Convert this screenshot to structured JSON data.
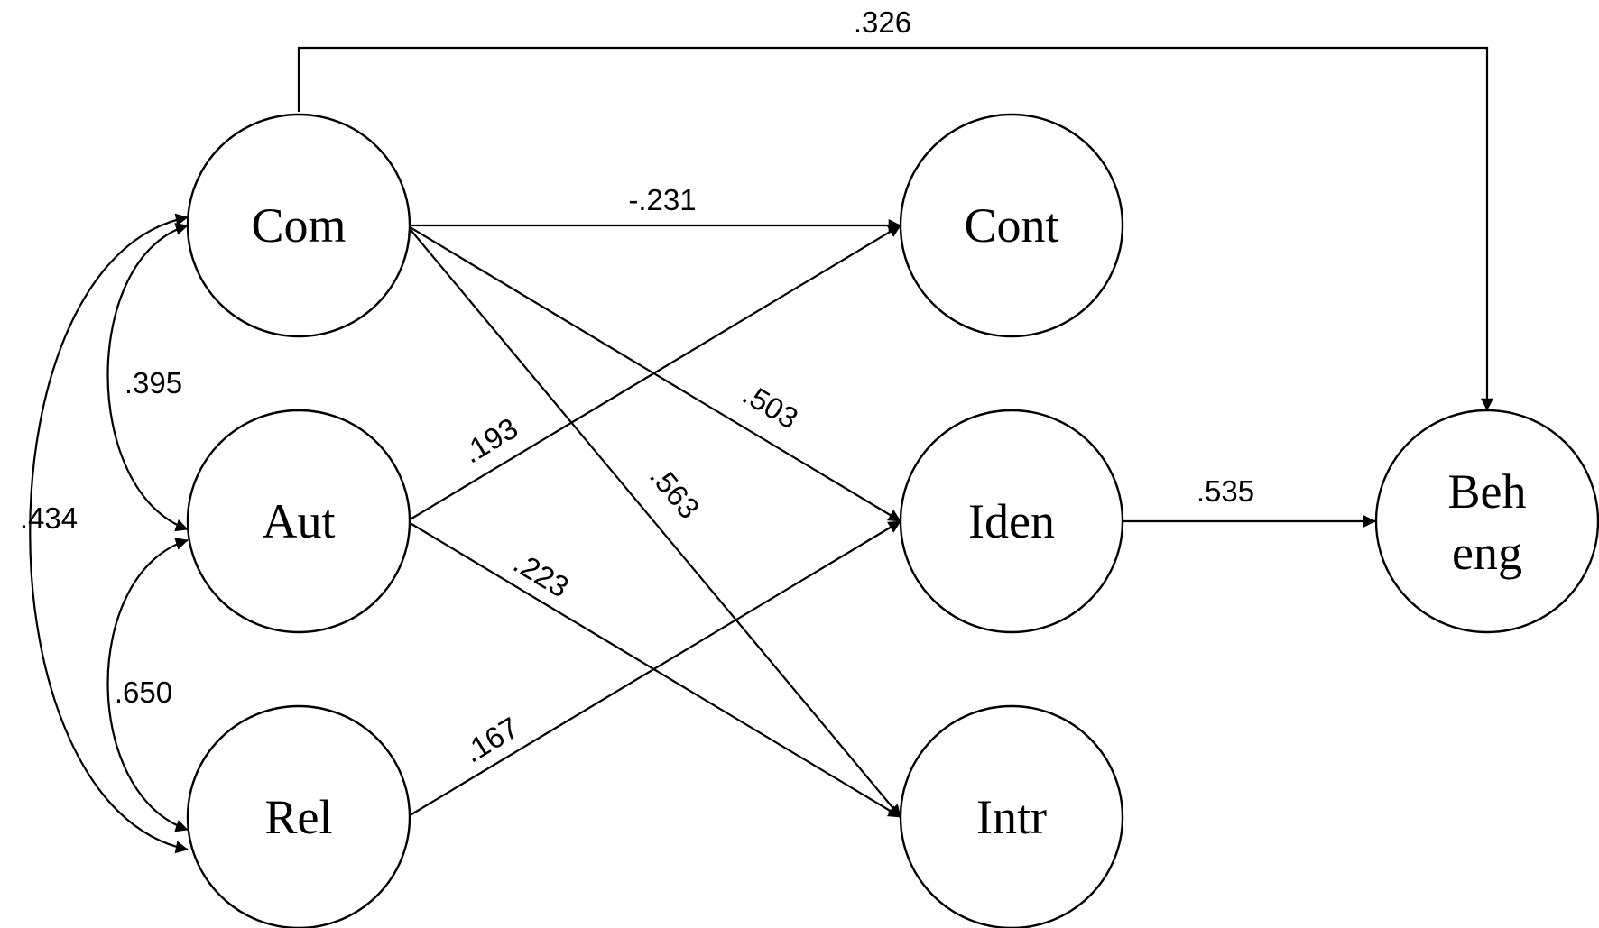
{
  "nodes": [
    {
      "id": "com",
      "lines": [
        "Com"
      ]
    },
    {
      "id": "aut",
      "lines": [
        "Aut"
      ]
    },
    {
      "id": "rel",
      "lines": [
        "Rel"
      ]
    },
    {
      "id": "cont",
      "lines": [
        "Cont"
      ]
    },
    {
      "id": "iden",
      "lines": [
        "Iden"
      ]
    },
    {
      "id": "intr",
      "lines": [
        "Intr"
      ]
    },
    {
      "id": "beh",
      "lines": [
        "Beh",
        "eng"
      ]
    }
  ],
  "edges": [
    {
      "id": "com-beh",
      "from": "Com",
      "to": "Beh eng",
      "label": ".326"
    },
    {
      "id": "com-cont",
      "from": "Com",
      "to": "Cont",
      "label": "-.231"
    },
    {
      "id": "com-iden",
      "from": "Com",
      "to": "Iden",
      "label": ".503"
    },
    {
      "id": "com-intr",
      "from": "Com",
      "to": "Intr",
      "label": ".563"
    },
    {
      "id": "aut-cont",
      "from": "Aut",
      "to": "Cont",
      "label": ".193"
    },
    {
      "id": "aut-intr",
      "from": "Aut",
      "to": "Intr",
      "label": ".223"
    },
    {
      "id": "rel-iden",
      "from": "Rel",
      "to": "Iden",
      "label": ".167"
    },
    {
      "id": "iden-beh",
      "from": "Iden",
      "to": "Beh eng",
      "label": ".535"
    }
  ],
  "correlations": [
    {
      "id": "com-aut",
      "between": [
        "Com",
        "Aut"
      ],
      "label": ".395"
    },
    {
      "id": "aut-rel",
      "between": [
        "Aut",
        "Rel"
      ],
      "label": ".650"
    },
    {
      "id": "com-rel",
      "between": [
        "Com",
        "Rel"
      ],
      "label": ".434"
    }
  ]
}
